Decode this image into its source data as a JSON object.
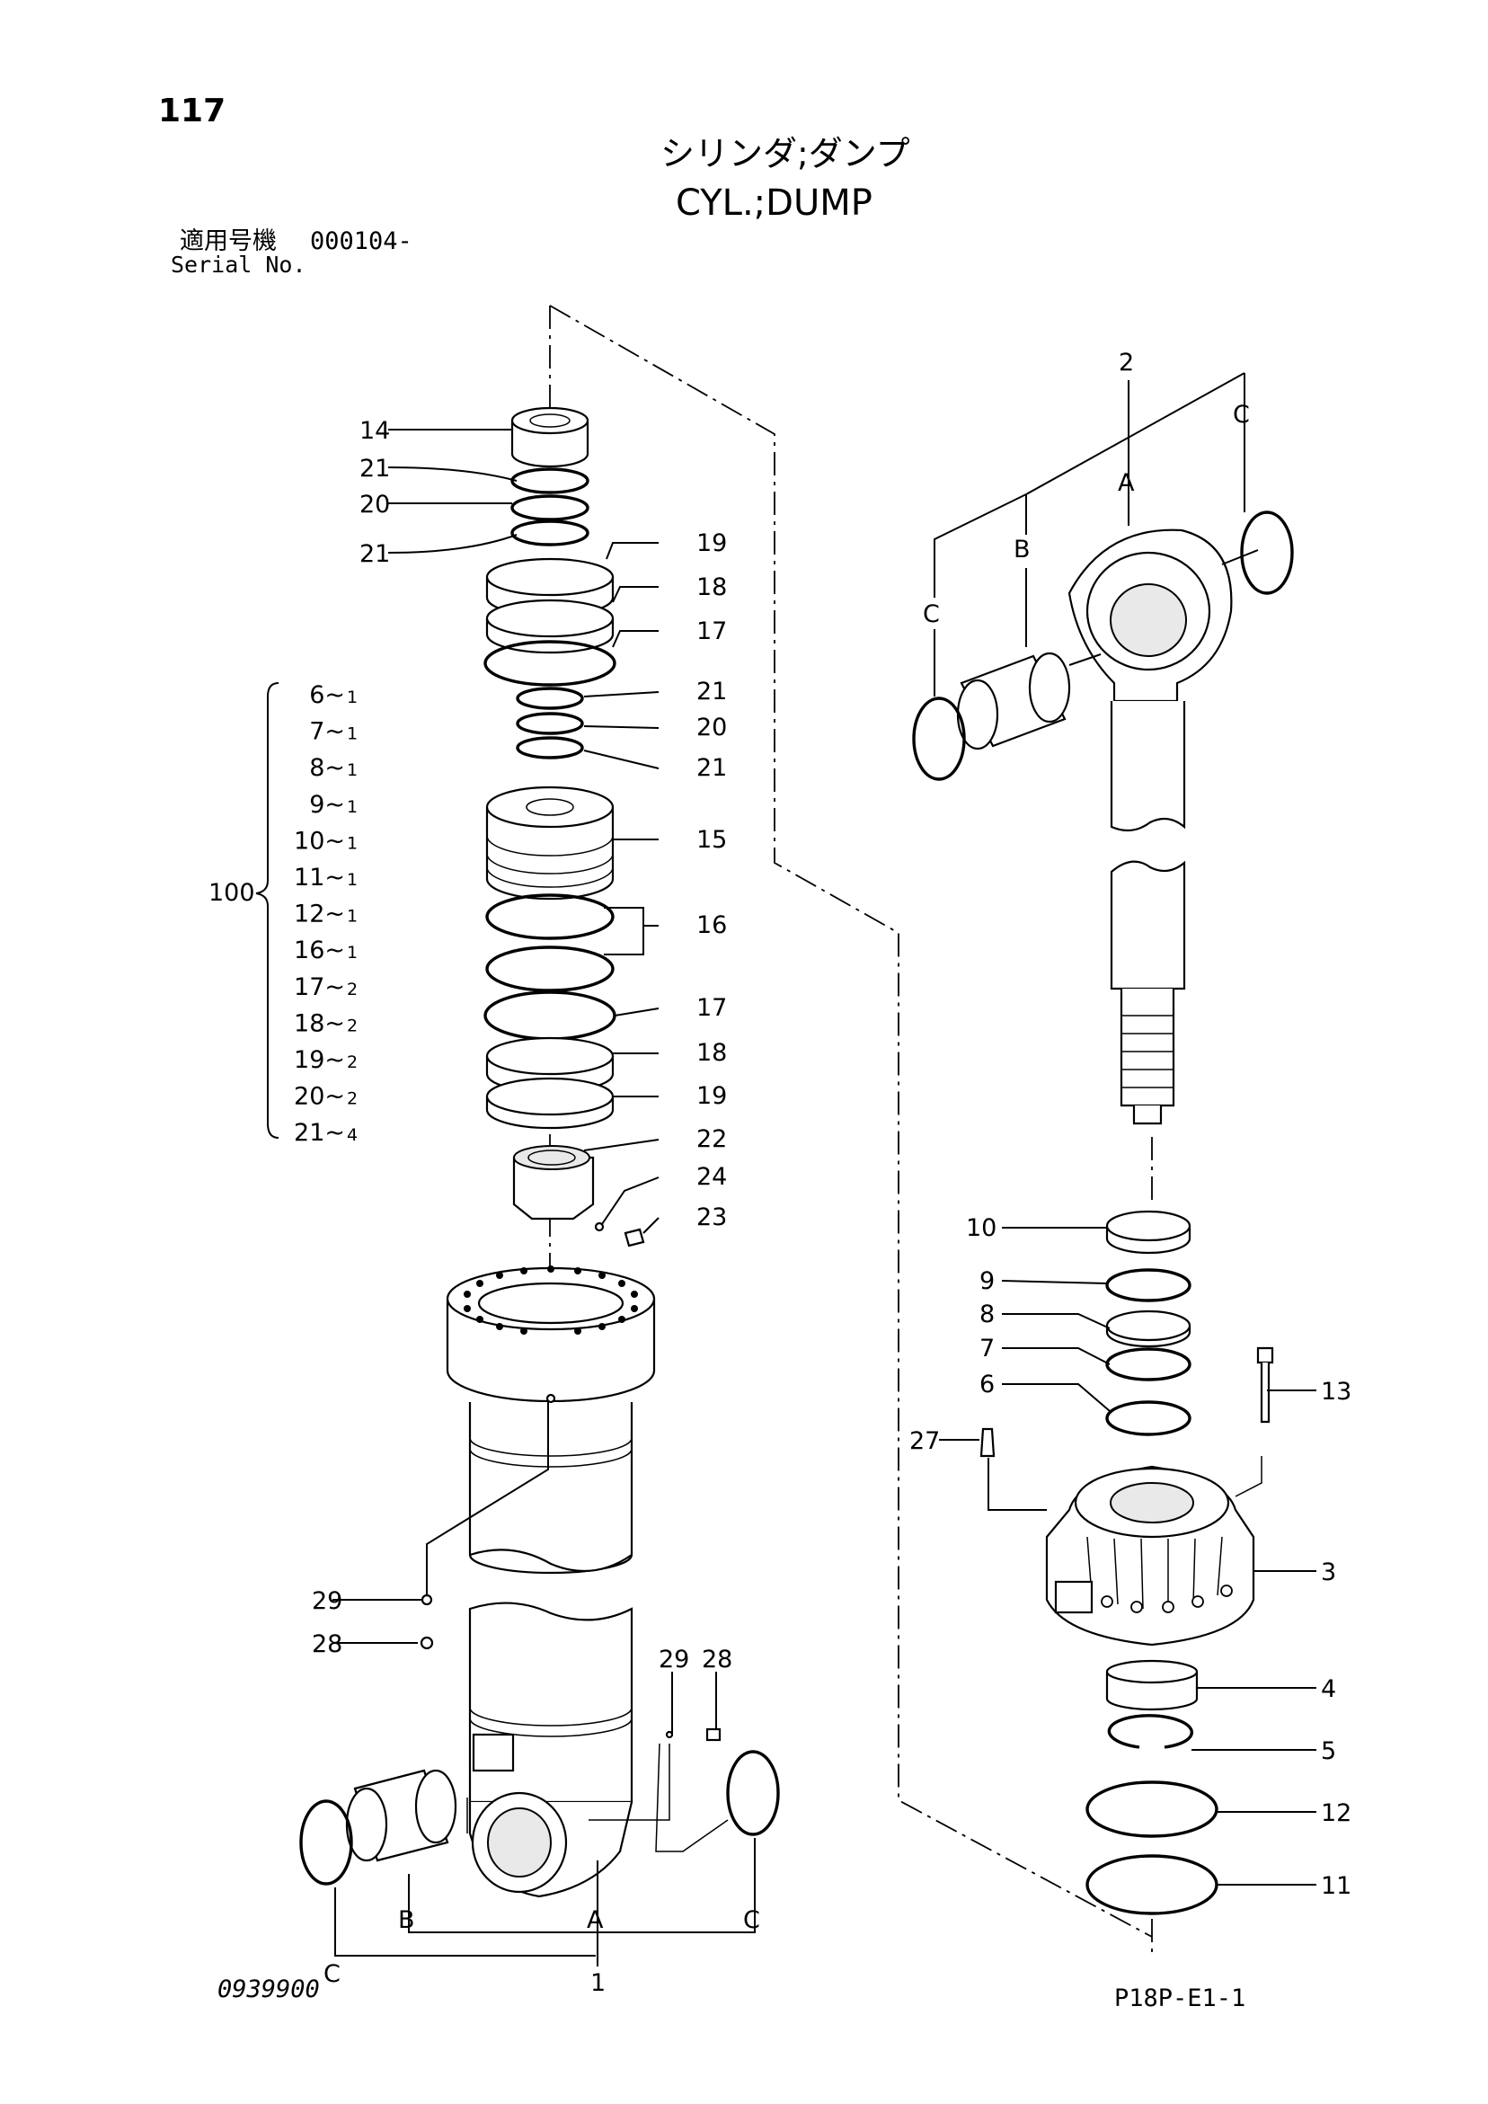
{
  "page_number": "117",
  "title_jp": "シリンダ;ダンプ",
  "title_en": "CYL.;DUMP",
  "serial_label_jp": "適用号機",
  "serial_value": "000104-",
  "serial_label_en": "Serial No.",
  "drawing_number": "0939900",
  "page_code": "P18P-E1-1",
  "kit": {
    "label": "100",
    "items": [
      {
        "part": "6",
        "qty": "1"
      },
      {
        "part": "7",
        "qty": "1"
      },
      {
        "part": "8",
        "qty": "1"
      },
      {
        "part": "9",
        "qty": "1"
      },
      {
        "part": "10",
        "qty": "1"
      },
      {
        "part": "11",
        "qty": "1"
      },
      {
        "part": "12",
        "qty": "1"
      },
      {
        "part": "16",
        "qty": "1"
      },
      {
        "part": "17",
        "qty": "2"
      },
      {
        "part": "18",
        "qty": "2"
      },
      {
        "part": "19",
        "qty": "2"
      },
      {
        "part": "20",
        "qty": "2"
      },
      {
        "part": "21",
        "qty": "4"
      }
    ]
  },
  "callouts_left": {
    "seal_top": "14",
    "ring_a": "21",
    "ring_b": "20",
    "ring_c": "21"
  },
  "callouts_right_column": [
    "19",
    "18",
    "17",
    "21",
    "20",
    "21",
    "15",
    "16",
    "17",
    "18",
    "19",
    "22",
    "24",
    "23"
  ],
  "callouts_rod": [
    "2",
    "A",
    "B",
    "C",
    "C"
  ],
  "callouts_head": [
    "10",
    "9",
    "8",
    "7",
    "6",
    "27",
    "13",
    "3",
    "4",
    "5",
    "12",
    "11"
  ],
  "callouts_tube": [
    "29",
    "28",
    "29",
    "28",
    "A",
    "B",
    "C",
    "C",
    "1"
  ]
}
